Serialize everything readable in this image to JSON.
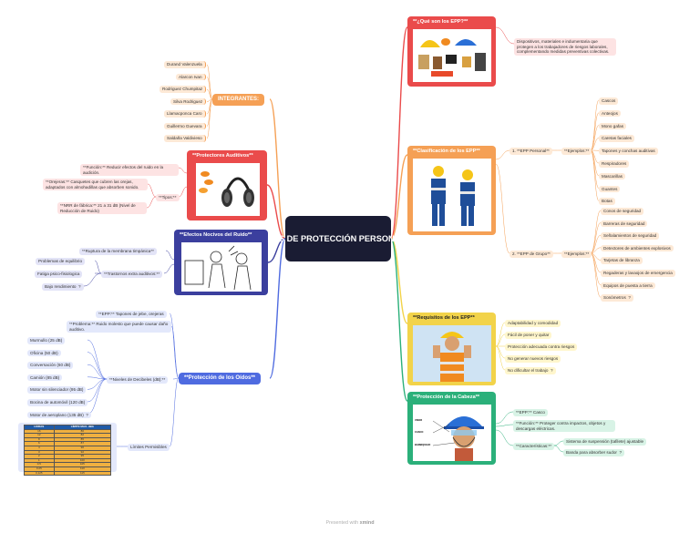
{
  "root": "**EQUIPOS DE PROTECCIÓN PERSONAL (EPP)**",
  "integrantes": {
    "title": "INTEGRANTES:",
    "members": [
      "Durand Valenzuela",
      "Alarcon Ivan",
      "Rodriguez Chumpitaz",
      "Silva Rodriguez",
      "Llamacponca Caro",
      "Guillermo Guevara",
      "Saldaña Valdivieso"
    ]
  },
  "protectores": {
    "title": "**Protectores Auditivos**",
    "funcion": "**Función:** Reducir efectos del ruido en la audición.",
    "tipos_label": "**Tipos:**",
    "tipos": [
      "**Orejeras:** Casquetes que cubren las orejas, adaptados con almohadillas que absorben sonido.",
      "**NRR de fábrica:** 21 a 31 dB (Nivel de Reducción de Ruido)"
    ]
  },
  "efectos": {
    "title": "**Efectos Nocivos del Ruido**",
    "ruptura": "**Ruptura de la membrana timpánica**",
    "trastornos_label": "**Trastornos extra auditivos:**",
    "trastornos": [
      "Problemas de equilibrio",
      "Fatiga psico-fisiologica",
      "Bajo rendimiento"
    ],
    "more": "?"
  },
  "oidos": {
    "title": "**Protección de los Oídos**",
    "epp": "**EPP:** Tapones de jebe, orejeras",
    "problema": "**Problema:** Ruido molesto que puede causar daño auditivo.",
    "niveles_label": "**Niveles de Decibeles (dB):**",
    "niveles": [
      "Murmullo (25 dB)",
      "Oficina (50 dB)",
      "Conversación (60 dB)",
      "Camión (85 dB)",
      "Motor sin silenciador (95 dB)",
      "Bocina de automóvil (120 dB)",
      "Motor de aeroplano (135 dB)"
    ],
    "more": "?",
    "limites": "Límites Permisibles",
    "table": {
      "headers": [
        "HORAS",
        "LÍMITE MAX. dBA"
      ],
      "rows": [
        [
          "16",
          "80"
        ],
        [
          "12",
          "82"
        ],
        [
          "8",
          "85"
        ],
        [
          "6",
          "87"
        ],
        [
          "4",
          "90"
        ],
        [
          "3",
          "92"
        ],
        [
          "2",
          "95"
        ],
        [
          "1",
          "100"
        ],
        [
          "0.5",
          "105"
        ],
        [
          "0.25",
          "110"
        ],
        [
          "0.125",
          "115"
        ]
      ]
    }
  },
  "que_son": {
    "title": "**¿Qué son los EPP?**",
    "desc": "Dispositivos, materiales e indumentaria que protegen a los trabajadores de riesgos laborales, complementando medidas preventivas colectivas."
  },
  "clasificacion": {
    "title": "**Clasificación de los EPP**",
    "personal_label": "1. **EPP Personal**",
    "personal_ej_label": "**Ejemplos:**",
    "personal_ej": [
      "Cascos",
      "Anteojos",
      "Mono gafas",
      "Caretas faciales",
      "Tapones y conchas auditivas",
      "Respiradores",
      "Mascarillas",
      "Guantes",
      "Botas"
    ],
    "grupo_label": "2. **EPP de Grupo**",
    "grupo_ej_label": "**Ejemplos:**",
    "grupo_ej": [
      "Conos de seguridad",
      "Barreras de seguridad",
      "Señalamientos de seguridad",
      "Detectores de ambientes explosivos",
      "Tarjetas de libranza",
      "Regaderas y lavaojos de emergencia",
      "Equipos de puesta a tierra",
      "Sonómetros"
    ],
    "more": "?"
  },
  "requisitos": {
    "title": "**Requisitos de los EPP**",
    "items": [
      "Adaptabilidad y comodidad",
      "Fácil de poner y quitar",
      "Protección adecuada contra riesgos",
      "No generar nuevos riesgos",
      "No dificultar el trabajo"
    ],
    "more": "?"
  },
  "cabeza": {
    "title": "**Protección de la Cabeza**",
    "epp": "**EPP:** Casco",
    "funcion": "**Función:** Proteger contra impactos, objetos y descargas eléctricas.",
    "car_label": "**Características:**",
    "car": [
      "Sistema de suspensión (tafilete) ajustable",
      "Banda para absorber sudor"
    ],
    "more": "?",
    "tags": [
      "VISOR",
      "CASCO",
      "BARBIQUEJO"
    ]
  },
  "footer": {
    "prefix": "Presented with",
    "brand": "xmind"
  }
}
